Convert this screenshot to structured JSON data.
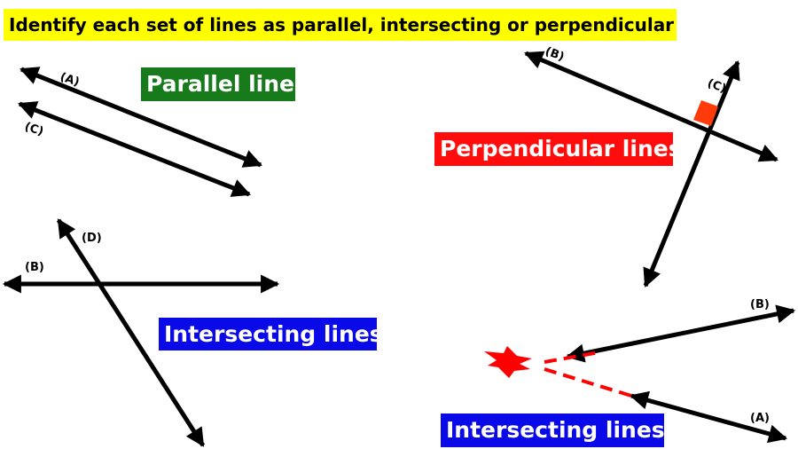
{
  "title": "Identify each set of lines as parallel, intersecting or perpendicular",
  "labels": {
    "parallel": "Parallel lines",
    "perpendicular": "Perpendicular lines",
    "intersecting_left": "Intersecting lines",
    "intersecting_right": "Intersecting lines"
  },
  "points": {
    "parallel_a": "(A)",
    "parallel_c": "(C)",
    "perp_b": "(B)",
    "perp_c": "(C)",
    "int_b": "(B)",
    "int_d": "(D)",
    "int2_b": "(B)",
    "int2_a": "(A)"
  },
  "colors": {
    "title_bg": "#ffff00",
    "parallel_bg": "#177a1b",
    "perpendicular_bg": "#ff0d0d",
    "intersecting_bg": "#0a0ae8",
    "right_angle_mark": "#ff3b0a",
    "dashed_extension": "#ff0000"
  }
}
